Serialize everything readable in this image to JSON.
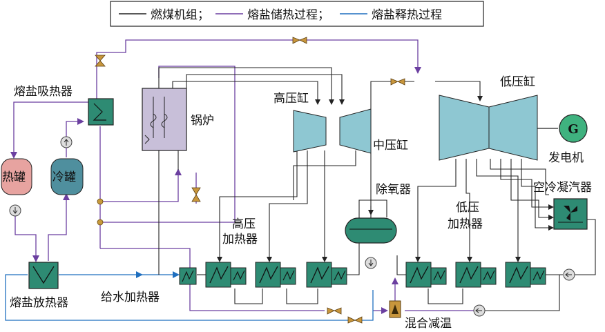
{
  "legend": {
    "items": [
      {
        "label": "燃煤机组；",
        "color": "#222222"
      },
      {
        "label": "熔盐储热过程；",
        "color": "#6b3fa0"
      },
      {
        "label": "熔盐释热过程",
        "color": "#1f6fbf"
      }
    ]
  },
  "colors": {
    "coal_line": "#222222",
    "storage_line": "#6b3fa0",
    "release_line": "#1f6fbf",
    "turbine": "#8ec7d2",
    "heater": "#2e8b73",
    "tank_hot": "#e7a3a0",
    "tank_cold": "#4f8f9e",
    "boiler": "#c8bfd9",
    "generator": "#3fb27f",
    "valve": "#c8963c",
    "junction": "#c79a3b"
  },
  "labels": {
    "salt_absorber": "熔盐吸热器",
    "hot_tank": "热罐",
    "cold_tank": "冷罐",
    "boiler": "锅炉",
    "hp_cylinder": "高压缸",
    "ip_cylinder": "中压缸",
    "lp_cylinder": "低压缸",
    "generator": "发电机",
    "generator_symbol": "G",
    "deaerator": "除氧器",
    "air_condenser": "空冷凝汽器",
    "hp_heater_line1": "高压",
    "hp_heater_line2": "加热器",
    "lp_heater_line1": "低压",
    "lp_heater_line2": "加热器",
    "salt_releaser": "熔盐放热器",
    "feedwater_heater": "给水加热器",
    "mixing_desuperheater": "混合减温"
  }
}
